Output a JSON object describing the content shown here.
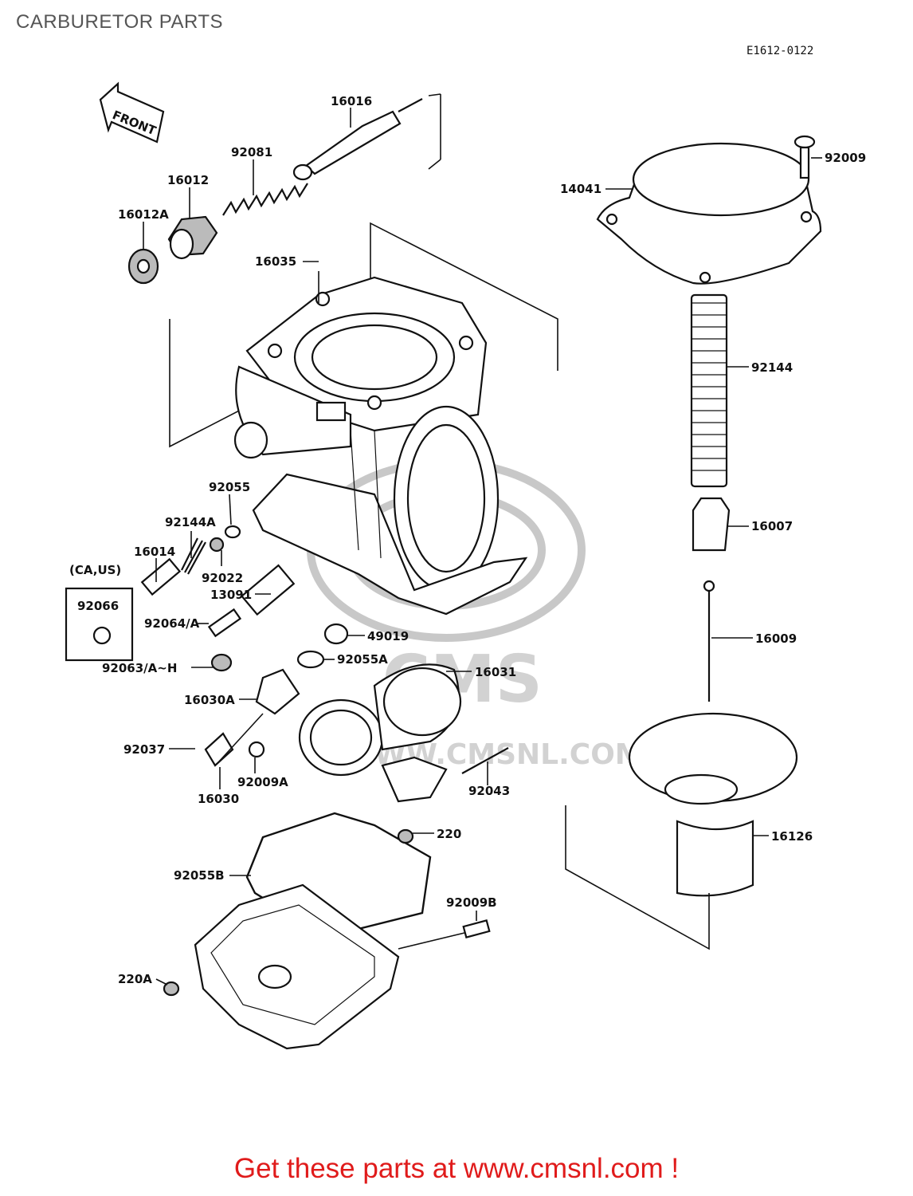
{
  "header": {
    "title": "CARBURETOR PARTS",
    "diagram_code": "E1612-0122"
  },
  "front_arrow": "FRONT",
  "variant_box": {
    "title": "(CA,US)",
    "part": "92066"
  },
  "watermark": {
    "brand": "CMS",
    "site": "WWW.CMSNL.COM"
  },
  "parts": {
    "p16016": "16016",
    "p92081": "92081",
    "p16012": "16012",
    "p16012A": "16012A",
    "p16035": "16035",
    "p14041": "14041",
    "p92009": "92009",
    "p92144": "92144",
    "p16007": "16007",
    "p16009": "16009",
    "p92055": "92055",
    "p92144A": "92144A",
    "p16014": "16014",
    "p92022": "92022",
    "p13091": "13091",
    "p92064A": "92064/A",
    "p49019": "49019",
    "p92063AH": "92063/A~H",
    "p92055A": "92055A",
    "p16031": "16031",
    "p16030A": "16030A",
    "p92037": "92037",
    "p92009A": "92009A",
    "p16030": "16030",
    "p92043": "92043",
    "p220": "220",
    "p16126": "16126",
    "p92055B": "92055B",
    "p92009B": "92009B",
    "p220A": "220A"
  },
  "footer": {
    "cta": "Get these parts at www.cmsnl.com !",
    "cta_color": "#e01b1b"
  }
}
